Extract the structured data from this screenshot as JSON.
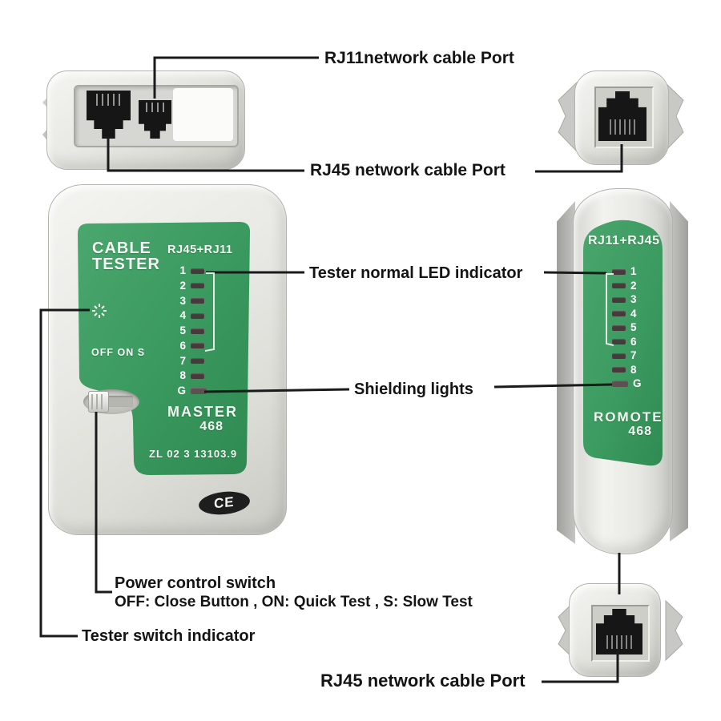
{
  "colors": {
    "panel_green": "#3e9b62",
    "body_gray": "#e7e7e3",
    "annotation_black": "#1a1a1a",
    "led_dark": "#46393b"
  },
  "callouts": {
    "rj11_port": "RJ11network cable Port",
    "rj45_port_top": "RJ45 network cable Port",
    "led_indicator": "Tester normal LED indicator",
    "shielding": "Shielding lights",
    "power_switch_title": "Power control switch",
    "power_switch_desc": "OFF: Close Button , ON: Quick Test , S: Slow Test",
    "switch_indicator": "Tester switch indicator",
    "rj45_port_bottom": "RJ45 network cable Port"
  },
  "master": {
    "title_line1": "CABLE",
    "title_line2": "TESTER",
    "mode": "RJ45+RJ11",
    "switch_scale": "OFF ON S",
    "name": "MASTER",
    "model": "468",
    "serial": "ZL 02 3 13103.9",
    "ce": "CE",
    "led_labels": [
      "1",
      "2",
      "3",
      "4",
      "5",
      "6",
      "7",
      "8",
      "G"
    ]
  },
  "remote": {
    "mode": "RJ11+RJ45",
    "name": "ROMOTE",
    "model": "468",
    "led_labels": [
      "1",
      "2",
      "3",
      "4",
      "5",
      "6",
      "7",
      "8",
      "G"
    ]
  }
}
